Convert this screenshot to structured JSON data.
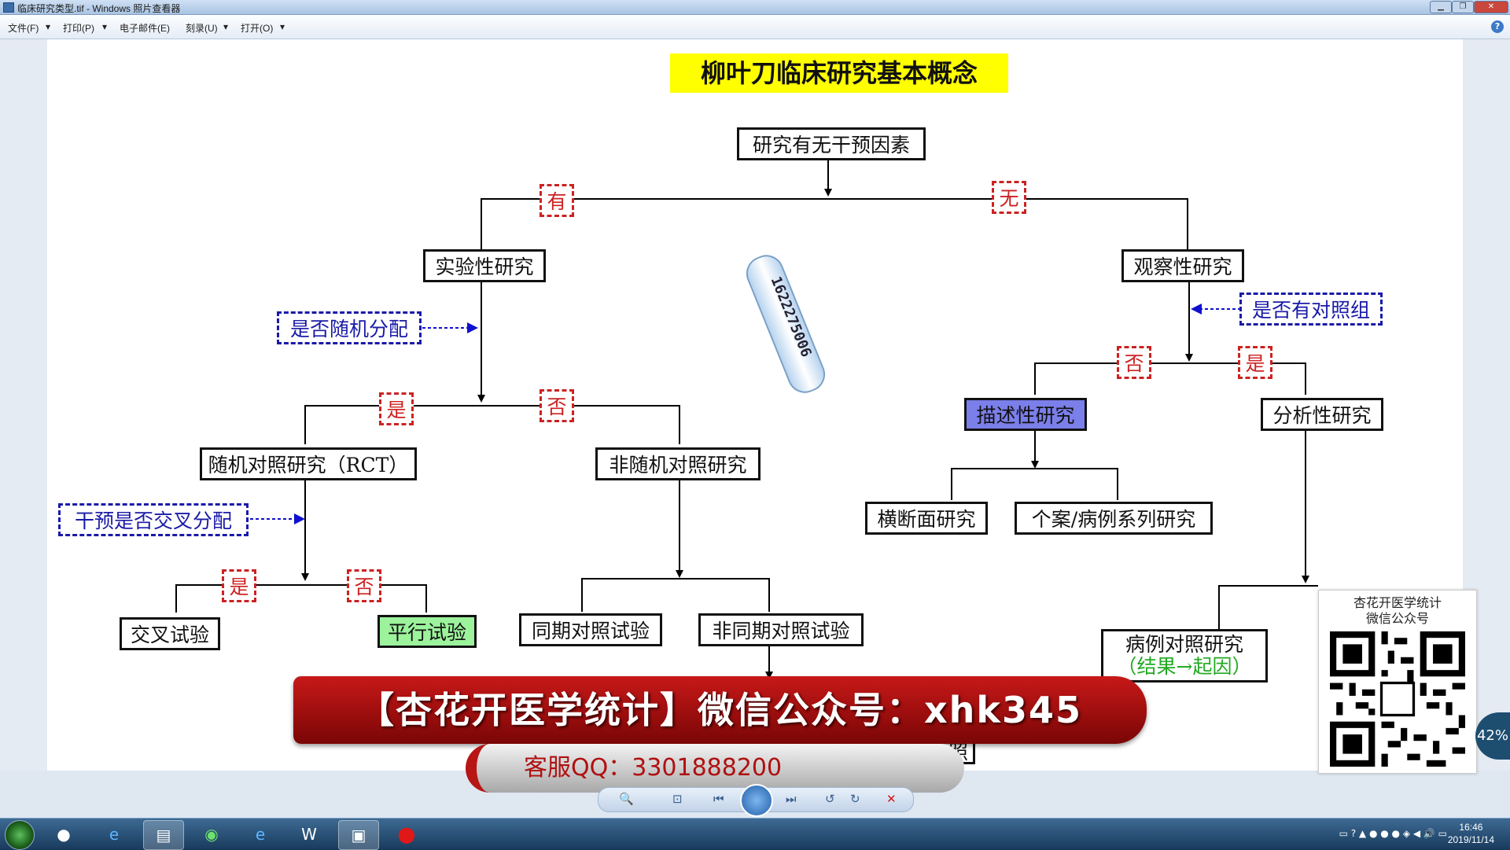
{
  "window": {
    "title": "临床研究类型.tif - Windows 照片查看器"
  },
  "menu": [
    {
      "label": "文件(F)"
    },
    {
      "label": "打印(P)"
    },
    {
      "label": "电子邮件(E)"
    },
    {
      "label": "刻录(U)"
    },
    {
      "label": "打开(O)"
    }
  ],
  "diagram": {
    "title": "柳叶刀临床研究基本概念",
    "root": "研究有无干预因素",
    "yes": "有",
    "no": "无",
    "yes_short": "是",
    "no_short": "否",
    "experimental": "实验性研究",
    "observational": "观察性研究",
    "q_random": "是否随机分配",
    "q_control": "是否有对照组",
    "q_cross": "干预是否交叉分配",
    "rct": "随机对照研究（RCT）",
    "nonrandom": "非随机对照研究",
    "descriptive": "描述性研究",
    "analytic": "分析性研究",
    "crosssectional": "横断面研究",
    "caseseries": "个案/病例系列研究",
    "crossover": "交叉试验",
    "parallel": "平行试验",
    "concurrent": "同期对照试验",
    "nonconcurrent": "非同期对照试验",
    "casecontrol": "病例对照研究",
    "casecontrol_note": "（结果→起因）",
    "hidden_partial": "照"
  },
  "watermark": {
    "text": "1622275006"
  },
  "banner": {
    "main": "【杏花开医学统计】微信公众号：xhk345",
    "sub": "客服QQ：3301888200"
  },
  "qr_panel": {
    "line1": "杏花开医学统计",
    "line2": "微信公众号"
  },
  "side_widget": {
    "text": "42%"
  },
  "taskbar": {
    "time": "16:46",
    "date": "2019/11/14"
  },
  "colors": {
    "title_bg": "#ffff00",
    "yes_no_label": "#cc2222",
    "question_label": "#1a1aa8",
    "descriptive_bg": "#7b7fea",
    "parallel_bg": "#9cf39c",
    "banner_red": "#c81818"
  }
}
